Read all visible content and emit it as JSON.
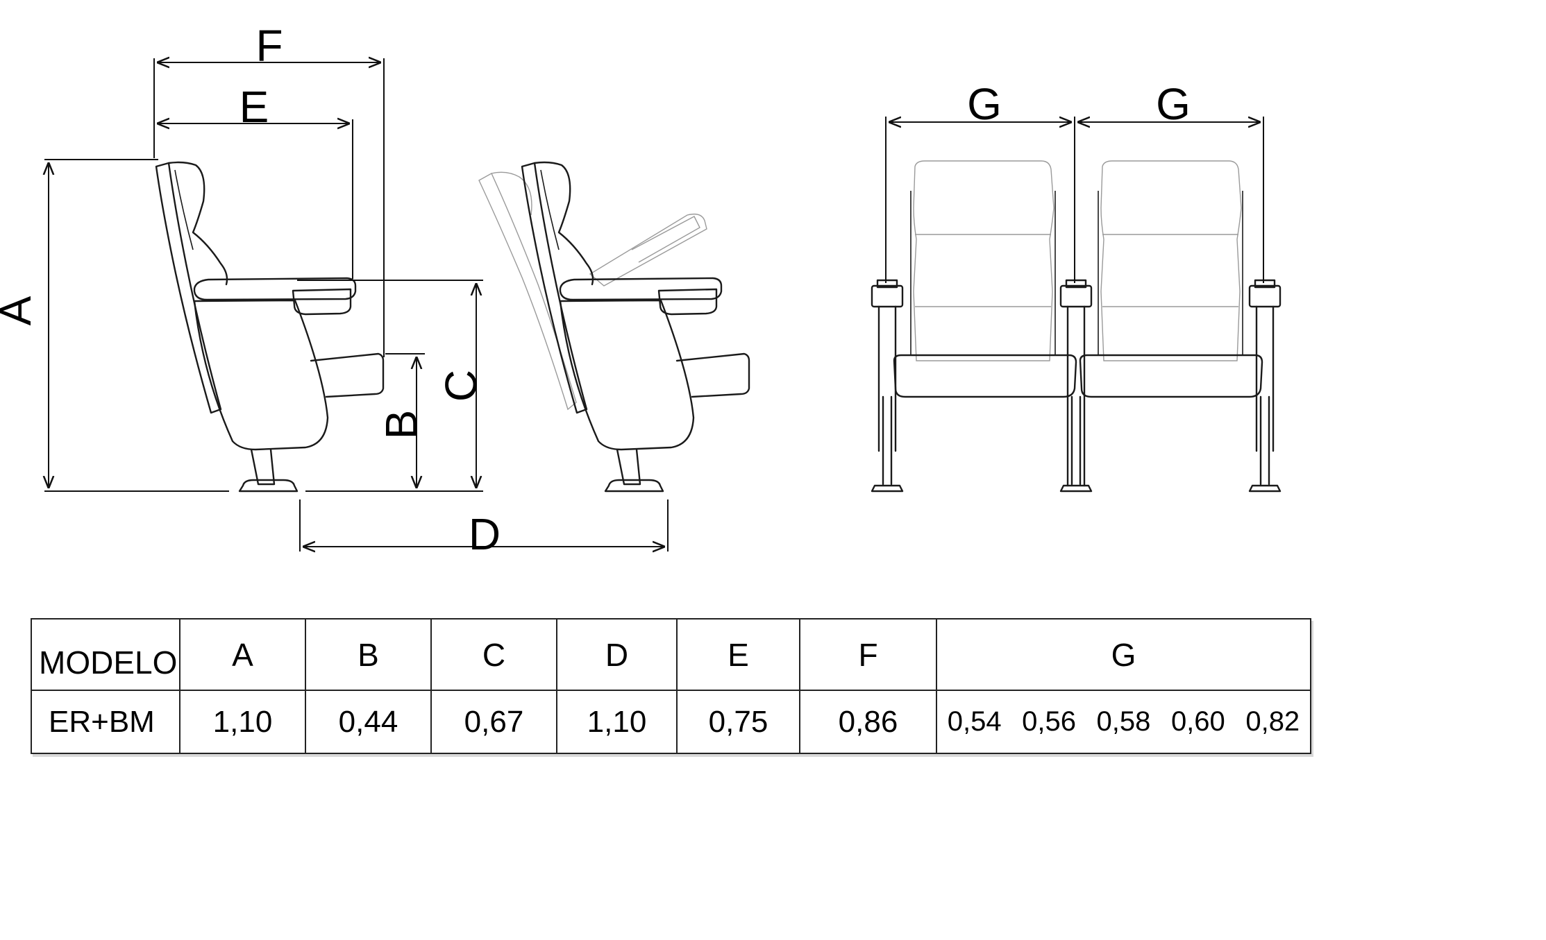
{
  "dimension_labels": {
    "A": "A",
    "B": "B",
    "C": "C",
    "D": "D",
    "E": "E",
    "F": "F",
    "G": "G"
  },
  "table": {
    "headers": [
      "MODELO",
      "A",
      "B",
      "C",
      "D",
      "E",
      "F",
      "G"
    ],
    "row": {
      "model": "ER+BM",
      "A": "1,10",
      "B": "0,44",
      "C": "0,67",
      "D": "1,10",
      "E": "0,75",
      "F": "0,86",
      "G": [
        "0,54",
        "0,56",
        "0,58",
        "0,60",
        "0,82"
      ]
    }
  }
}
